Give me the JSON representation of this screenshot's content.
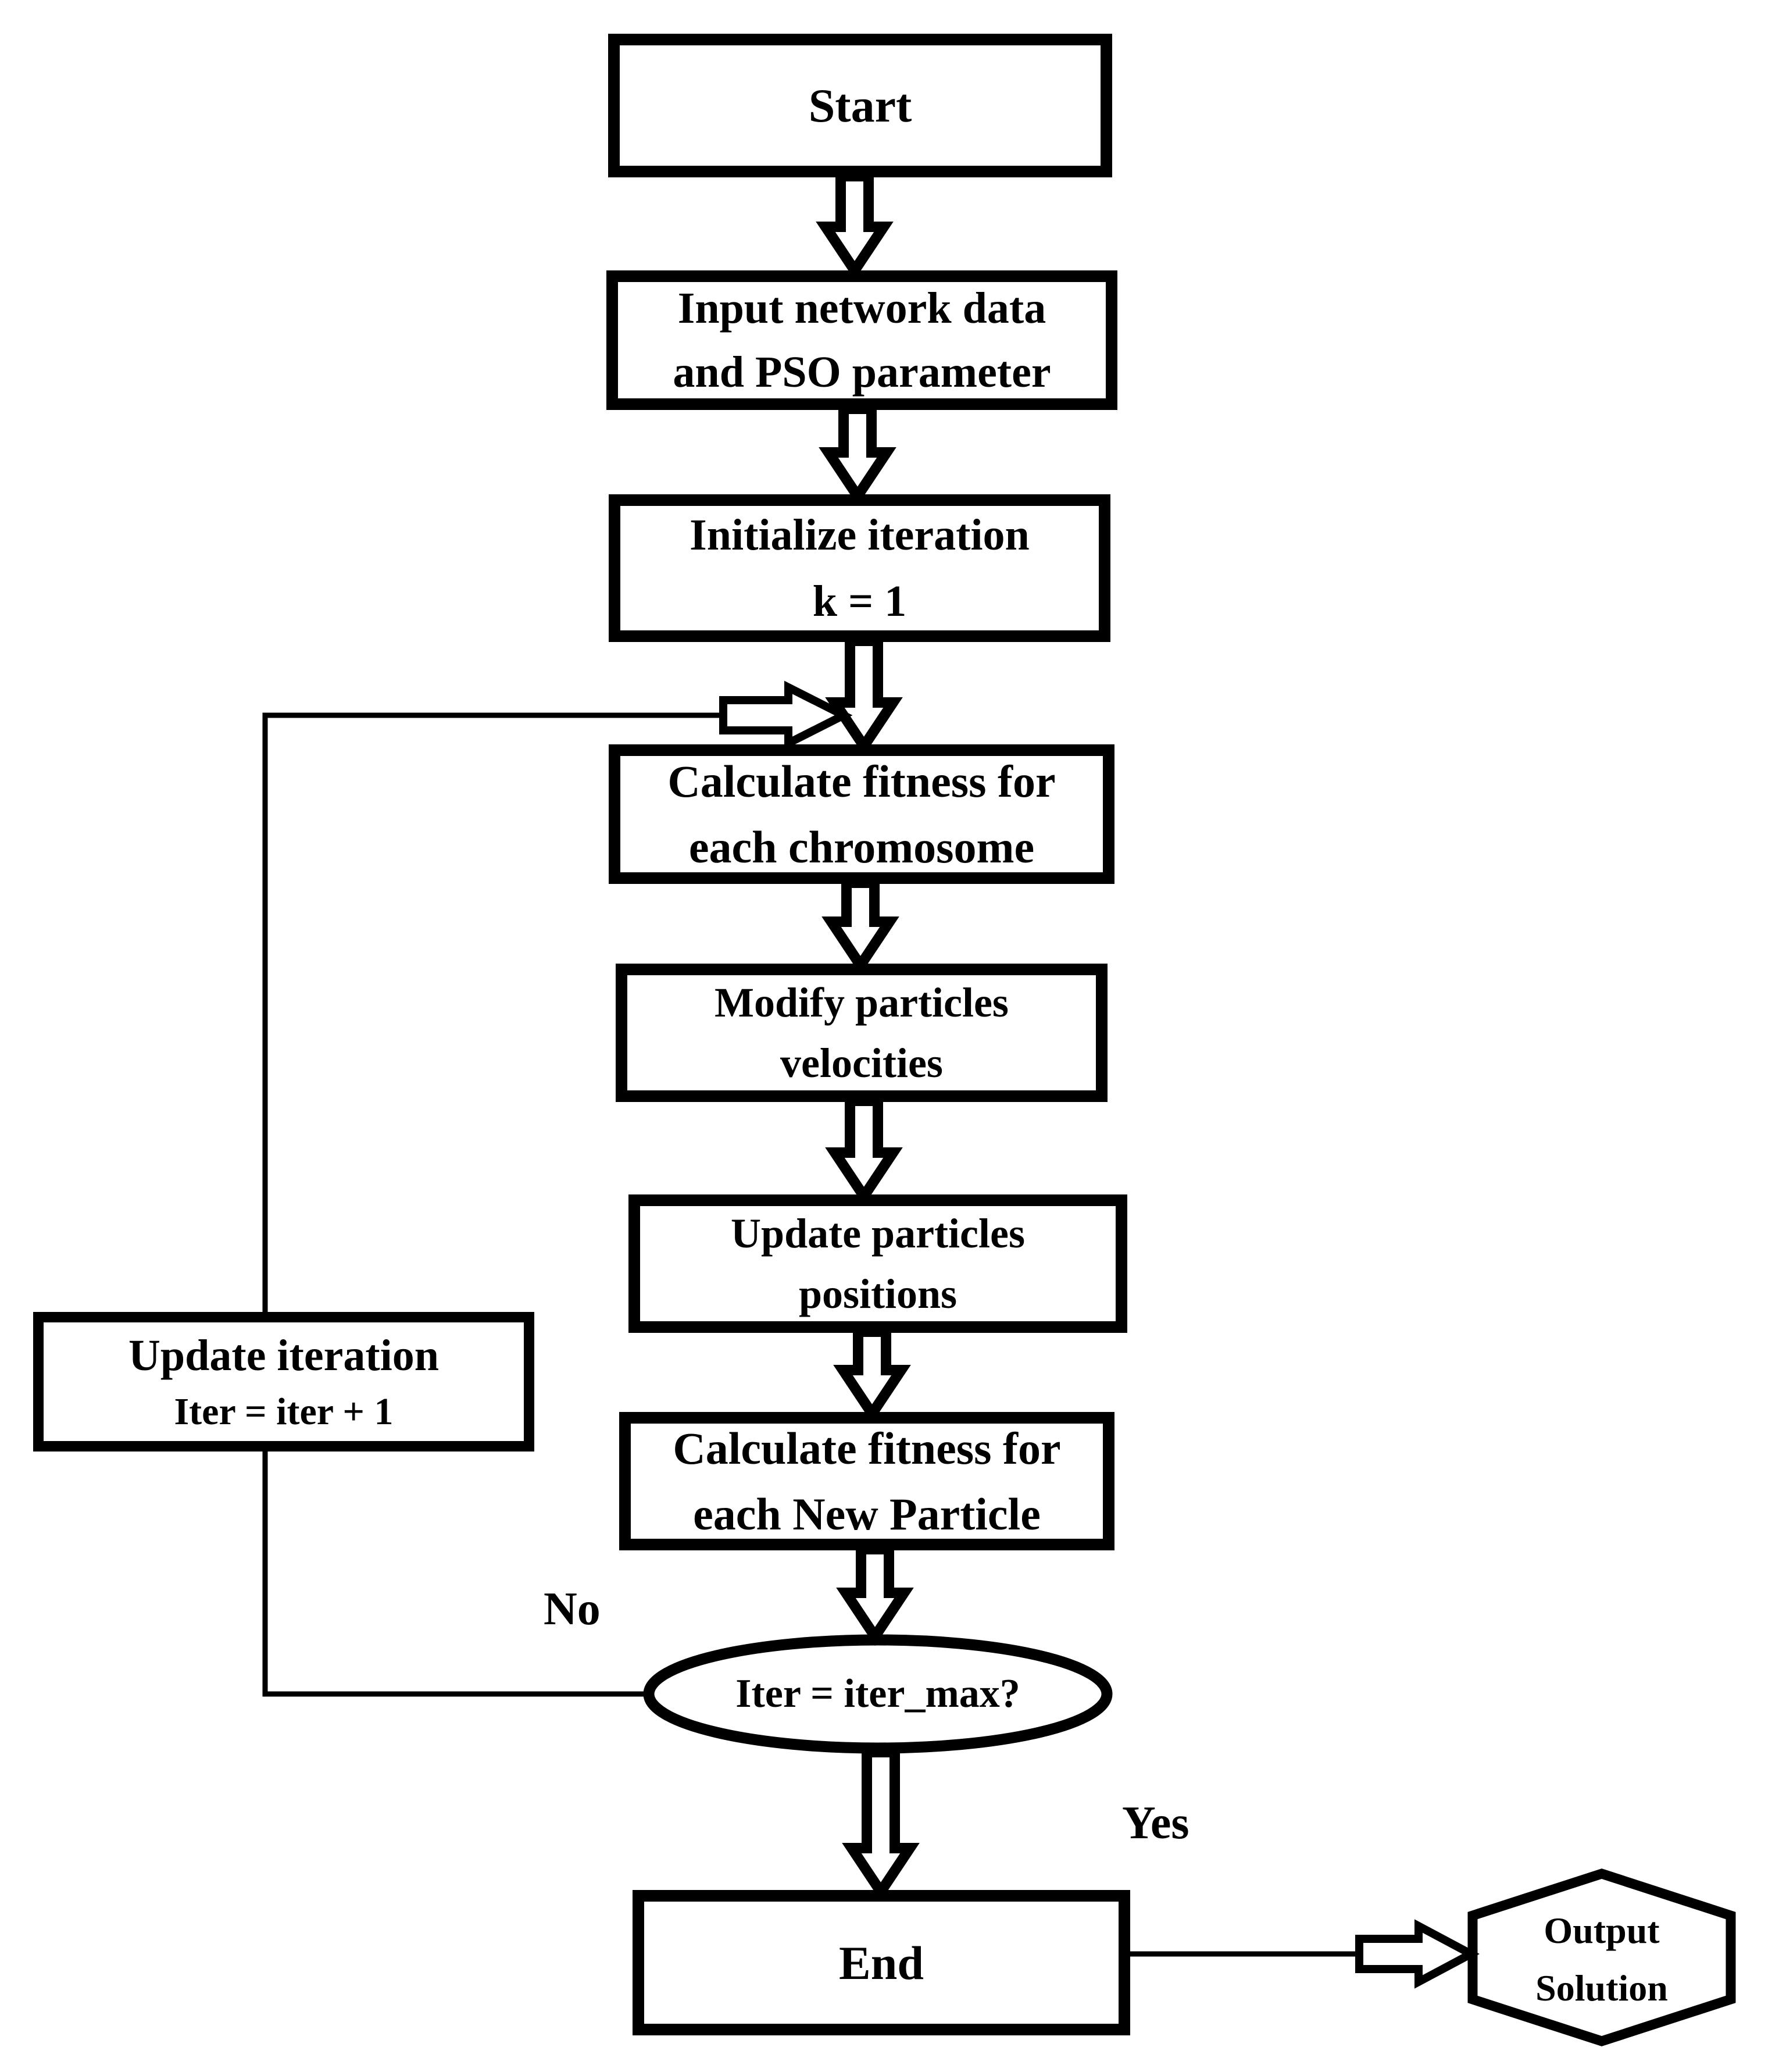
{
  "nodes": {
    "start": {
      "label": "Start"
    },
    "input_data": {
      "line1": "Input network data",
      "line2": "and PSO parameter"
    },
    "initialize_iteration": {
      "line1": "Initialize iteration",
      "line2": "k = 1"
    },
    "calc_fitness_chromosome": {
      "line1": "Calculate fitness for",
      "line2": "each chromosome"
    },
    "modify_velocities": {
      "line1": "Modify particles",
      "line2": "velocities"
    },
    "update_positions": {
      "line1": "Update particles",
      "line2": "positions"
    },
    "calc_fitness_new_particle": {
      "line1": "Calculate fitness for",
      "line2": "each New  Particle"
    },
    "update_iteration": {
      "line1": "Update iteration",
      "line2": "Iter = iter + 1"
    },
    "decision": {
      "label": "Iter = iter_max?"
    },
    "end": {
      "label": "End"
    },
    "output_solution": {
      "line1": "Output",
      "line2": "Solution"
    }
  },
  "edge_labels": {
    "no": "No",
    "yes": "Yes"
  },
  "colors": {
    "line": "#000000",
    "fill": "#ffffff"
  }
}
